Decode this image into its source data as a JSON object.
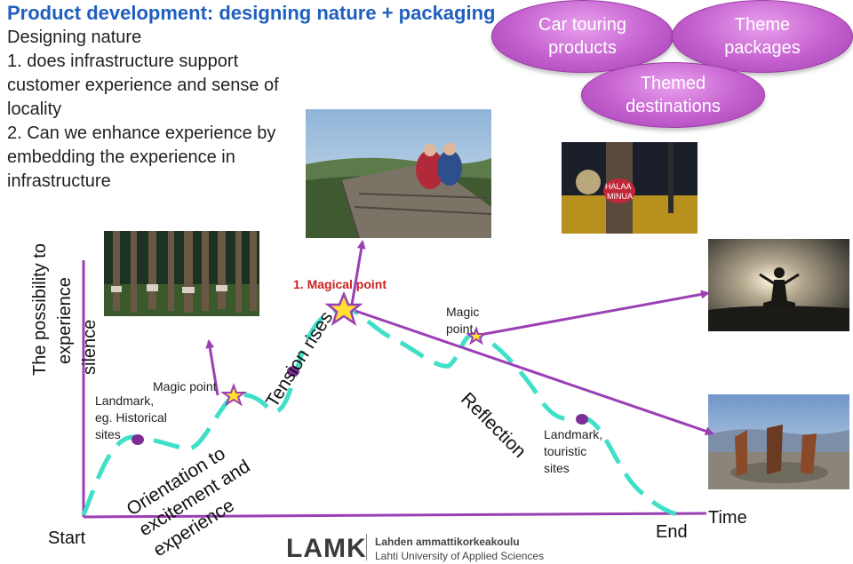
{
  "title": "Product development: designing nature + packaging",
  "intro": {
    "line1": "Designing nature",
    "line2": "1. does infrastructure support",
    "line3": "customer experience and sense of",
    "line4": "locality",
    "line5": "2. Can we enhance experience by",
    "line6": "embedding the experience in",
    "line7": "infrastructure"
  },
  "ovals": {
    "car_touring_1": "Car touring",
    "car_touring_2": "products",
    "theme_1": "Theme",
    "theme_2": "packages",
    "themed_1": "Themed",
    "themed_2": "destinations"
  },
  "y_axis": {
    "line1": "The possibility to",
    "line2": "experience",
    "line3": "silence"
  },
  "labels": {
    "landmark_hist_1": "Landmark,",
    "landmark_hist_2": "eg. Historical",
    "landmark_hist_3": "sites",
    "magic_point_1": "Magic point",
    "magical_point": "1. Magical point",
    "magic_point_2a": "Magic",
    "magic_point_2b": "point",
    "landmark_tour_1": "Landmark,",
    "landmark_tour_2": "touristic",
    "landmark_tour_3": "sites",
    "orientation_1": "Orientation to",
    "orientation_2": "excitement and",
    "orientation_3": "experience",
    "tension": "Tension rises",
    "reflection": "Reflection",
    "start": "Start",
    "end": "End",
    "time": "Time"
  },
  "sign_text": {
    "line1": "HALAA",
    "line2": "MINUA"
  },
  "footer": {
    "logo": "LAMK",
    "org_fi": "Lahden ammattikorkeakoulu",
    "org_en": "Lahti University of Applied Sciences"
  },
  "colors": {
    "title": "#1f5fbf",
    "curve": "#3fe0c8",
    "arrow": "#9b3fb5",
    "oval": "#c45fcf",
    "magical_point": "#cc1f1f",
    "star": "#ffe033"
  }
}
